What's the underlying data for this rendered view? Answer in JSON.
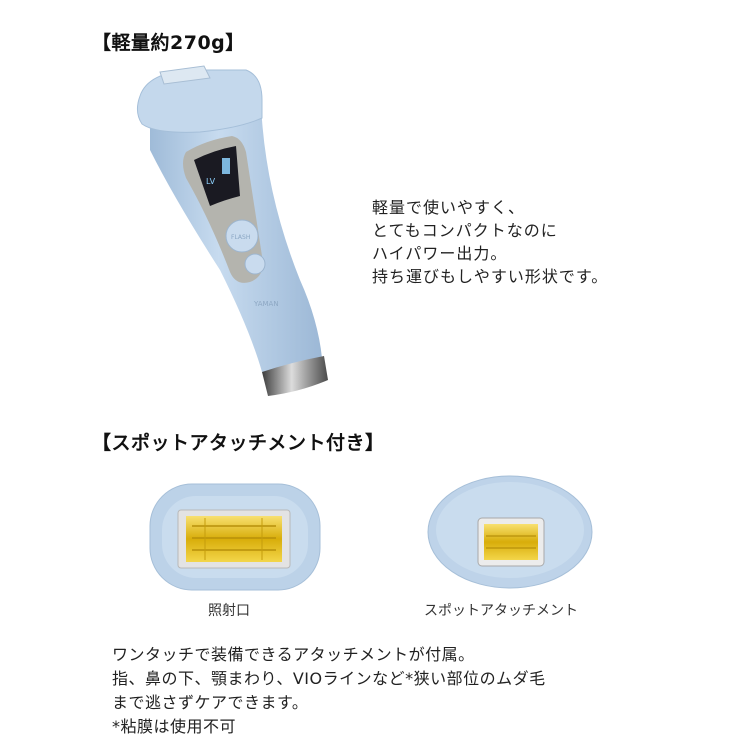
{
  "section1": {
    "heading": "【軽量約270g】",
    "description_lines": [
      "軽量で使いやすく、",
      "とてもコンパクトなのに",
      "ハイパワー出力。",
      "持ち運びもしやすい形状です。"
    ],
    "device": {
      "brand": "YAMAN",
      "display_text": "LV",
      "button_label": "FLASH"
    }
  },
  "section2": {
    "heading": "【スポットアタッチメント付き】",
    "captions": {
      "head": "照射口",
      "attachment": "スポットアタッチメント"
    },
    "description_lines": [
      "ワンタッチで装備できるアタッチメントが付属。",
      "指、鼻の下、顎まわり、VIOラインなど*狭い部位のムダ毛",
      "まで逃さずケアできます。",
      "*粘膜は使用不可"
    ]
  },
  "colors": {
    "device_body": "#b8cfe6",
    "device_shadow": "#8faecd",
    "panel": "#b3b3ad",
    "screen": "#1a1a22",
    "lamp": "#e6c21a",
    "chrome": "#6d6d6d"
  }
}
